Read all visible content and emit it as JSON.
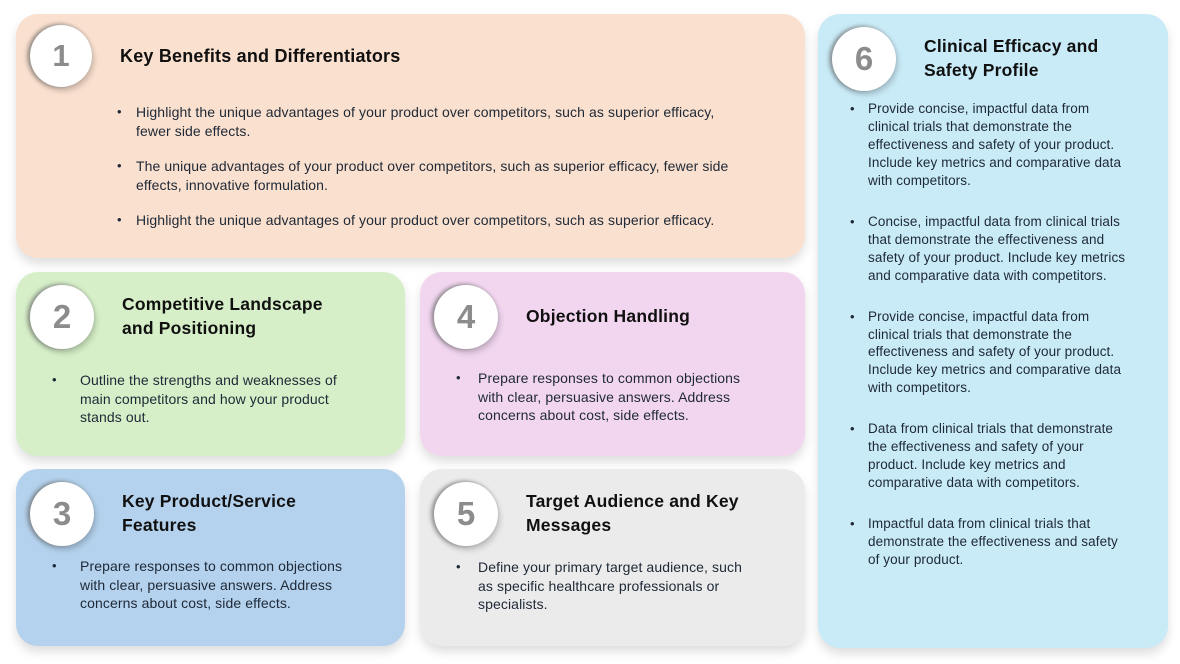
{
  "page": {
    "background": "#ffffff",
    "body_text_color": "#1e2836",
    "title_color": "#101010",
    "number_color": "#8c8c8c"
  },
  "cards": [
    {
      "number": "1",
      "title": "Key Benefits and Differentiators",
      "bg": "#fae0ce",
      "bullets": [
        "Highlight the unique advantages of your product over competitors, such as superior efficacy, fewer side effects.",
        "The unique advantages of your product over competitors, such as superior efficacy, fewer side effects, innovative formulation.",
        "Highlight the unique advantages of your product over competitors, such as superior efficacy."
      ]
    },
    {
      "number": "2",
      "title": "Competitive Landscape and Positioning",
      "bg": "#d6efc8",
      "bullets": [
        "Outline the strengths and weaknesses of main competitors and how your product stands out."
      ]
    },
    {
      "number": "3",
      "title": "Key Product/Service Features",
      "bg": "#b4d2ed",
      "bullets": [
        "Prepare responses to common objections with clear, persuasive answers. Address concerns about cost, side effects."
      ]
    },
    {
      "number": "4",
      "title": "Objection Handling",
      "bg": "#f2d6f0",
      "bullets": [
        "Prepare responses to common objections with clear, persuasive answers. Address concerns about cost, side effects."
      ]
    },
    {
      "number": "5",
      "title": "Target Audience and Key Messages",
      "bg": "#ebebeb",
      "bullets": [
        "Define your primary target audience, such as specific healthcare professionals or specialists."
      ]
    },
    {
      "number": "6",
      "title": "Clinical Efficacy and Safety Profile",
      "bg": "#c9ebf8",
      "bullets": [
        "Provide concise, impactful data from clinical trials that demonstrate the effectiveness and safety of your product. Include key metrics and comparative data with competitors.",
        "Concise, impactful data from clinical trials that demonstrate the effectiveness and safety of your product. Include key metrics and comparative data with competitors.",
        "Provide concise, impactful data from clinical trials that demonstrate the effectiveness and safety of your product. Include key metrics and comparative data with competitors.",
        "Data from clinical trials that demonstrate the effectiveness and safety of your product. Include key metrics and comparative data with competitors.",
        "Impactful data from clinical trials that demonstrate the effectiveness and safety of your product."
      ]
    }
  ]
}
